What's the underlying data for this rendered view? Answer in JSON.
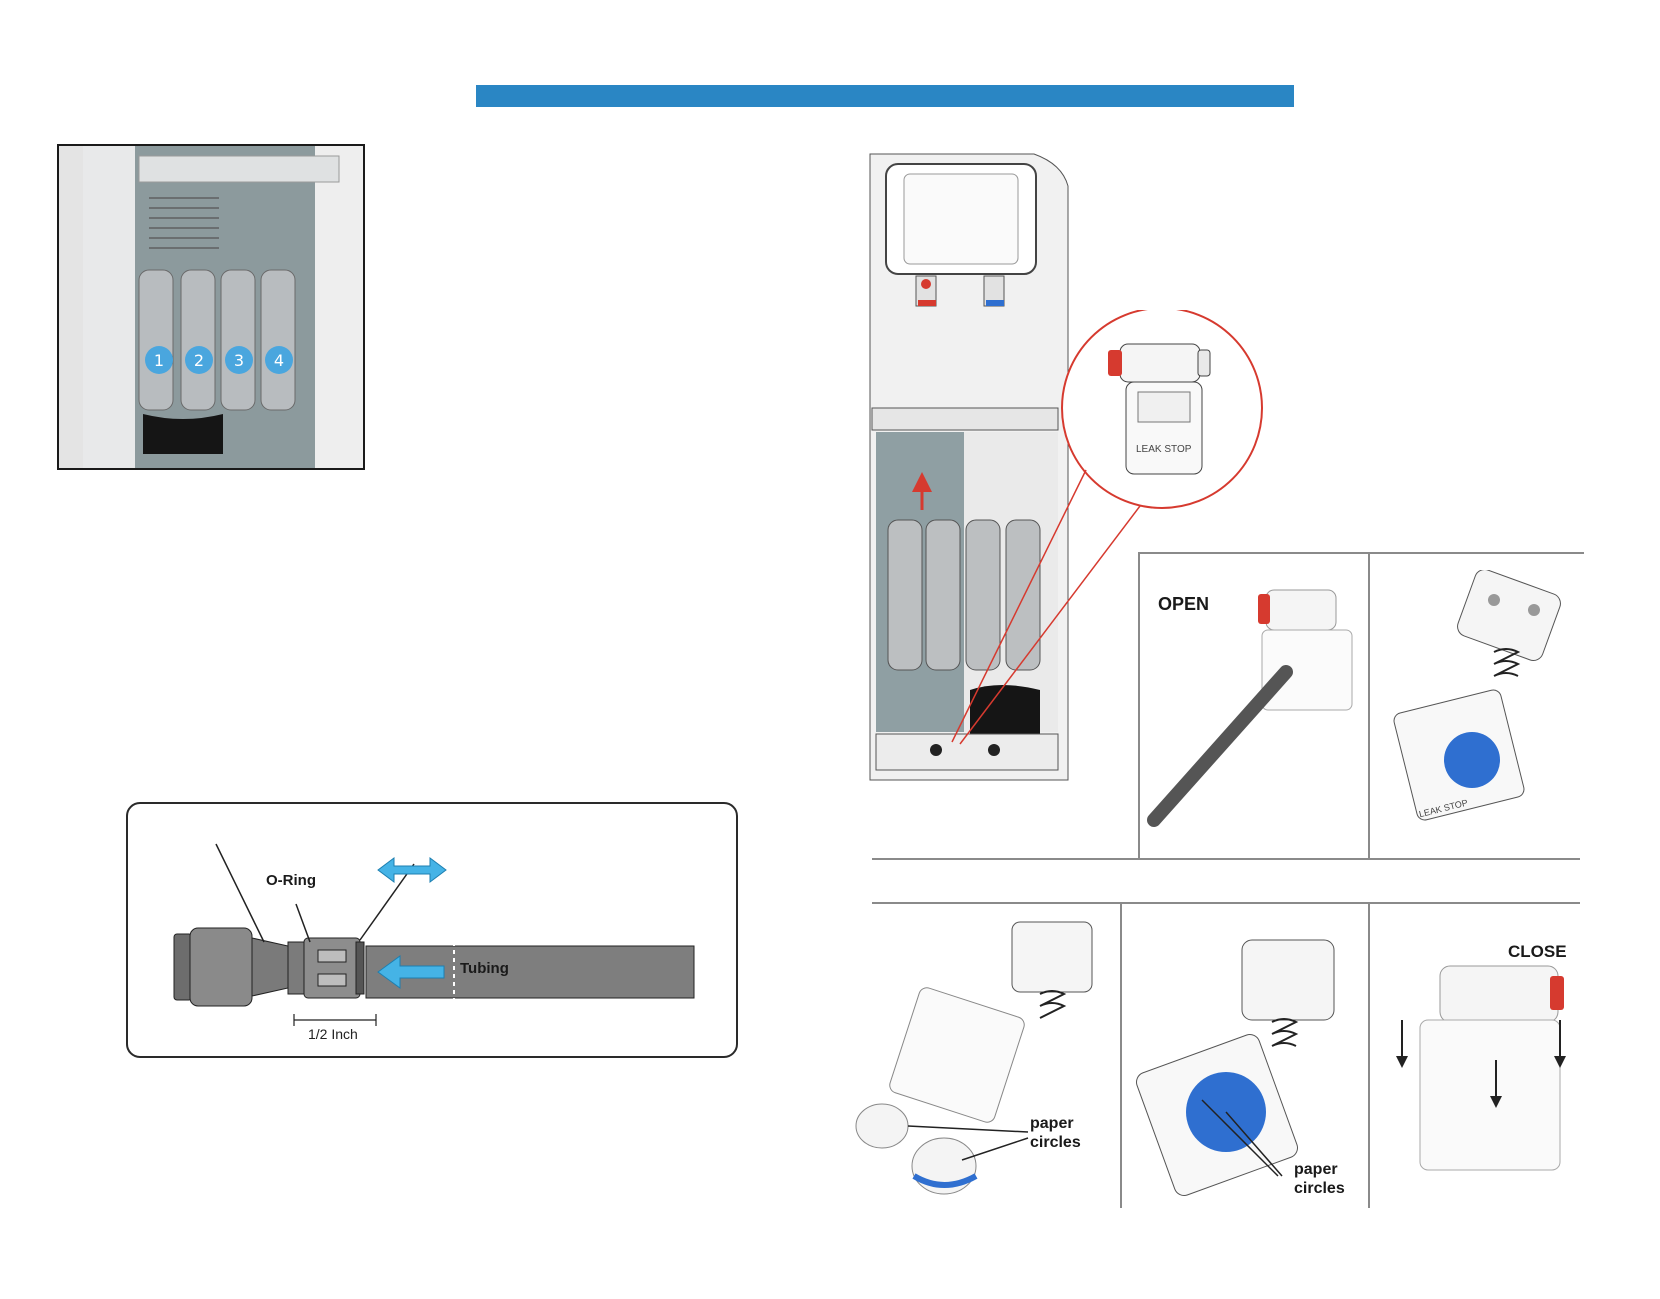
{
  "header": {
    "accent_color": "#2a86c4"
  },
  "filters": {
    "badges": [
      "1",
      "2",
      "3",
      "4"
    ],
    "badge_color": "#4aa6de"
  },
  "fitting_diagram": {
    "o_ring_label": "O-Ring",
    "tubing_label": "Tubing",
    "measure_label": "1/2 Inch",
    "arrow_color": "#45b3e6"
  },
  "leak_stop": {
    "valve_label": "LEAK STOP",
    "open_label": "OPEN",
    "close_label": "CLOSE",
    "paper_circles_label_1_line1": "paper",
    "paper_circles_label_1_line2": "circles",
    "paper_circles_label_2_line1": "paper",
    "paper_circles_label_2_line2": "circles",
    "callout_color": "#d63a2f",
    "disc_color": "#2f6fd0"
  }
}
